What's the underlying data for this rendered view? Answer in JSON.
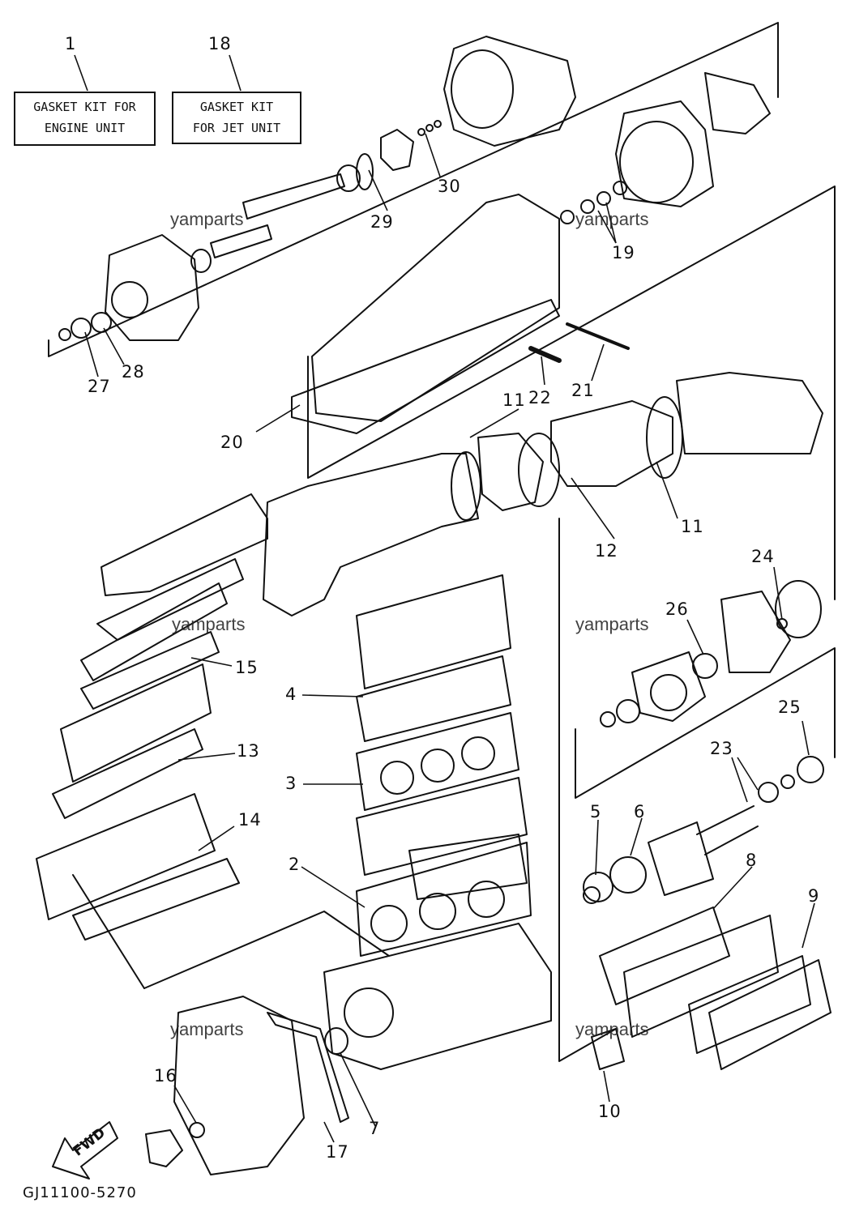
{
  "diagram": {
    "code": "GJ11100-5270",
    "fwd_label": "FWD",
    "watermark": "yamparts",
    "kits": [
      {
        "number": "1",
        "line1": "GASKET KIT FOR",
        "line2": "ENGINE UNIT"
      },
      {
        "number": "18",
        "line1": "GASKET KIT",
        "line2": "FOR JET UNIT"
      }
    ],
    "callouts": [
      "2",
      "3",
      "4",
      "5",
      "6",
      "7",
      "8",
      "9",
      "10",
      "11",
      "11",
      "12",
      "13",
      "14",
      "15",
      "16",
      "17",
      "19",
      "20",
      "21",
      "22",
      "23",
      "24",
      "25",
      "26",
      "27",
      "28",
      "29",
      "30"
    ]
  }
}
